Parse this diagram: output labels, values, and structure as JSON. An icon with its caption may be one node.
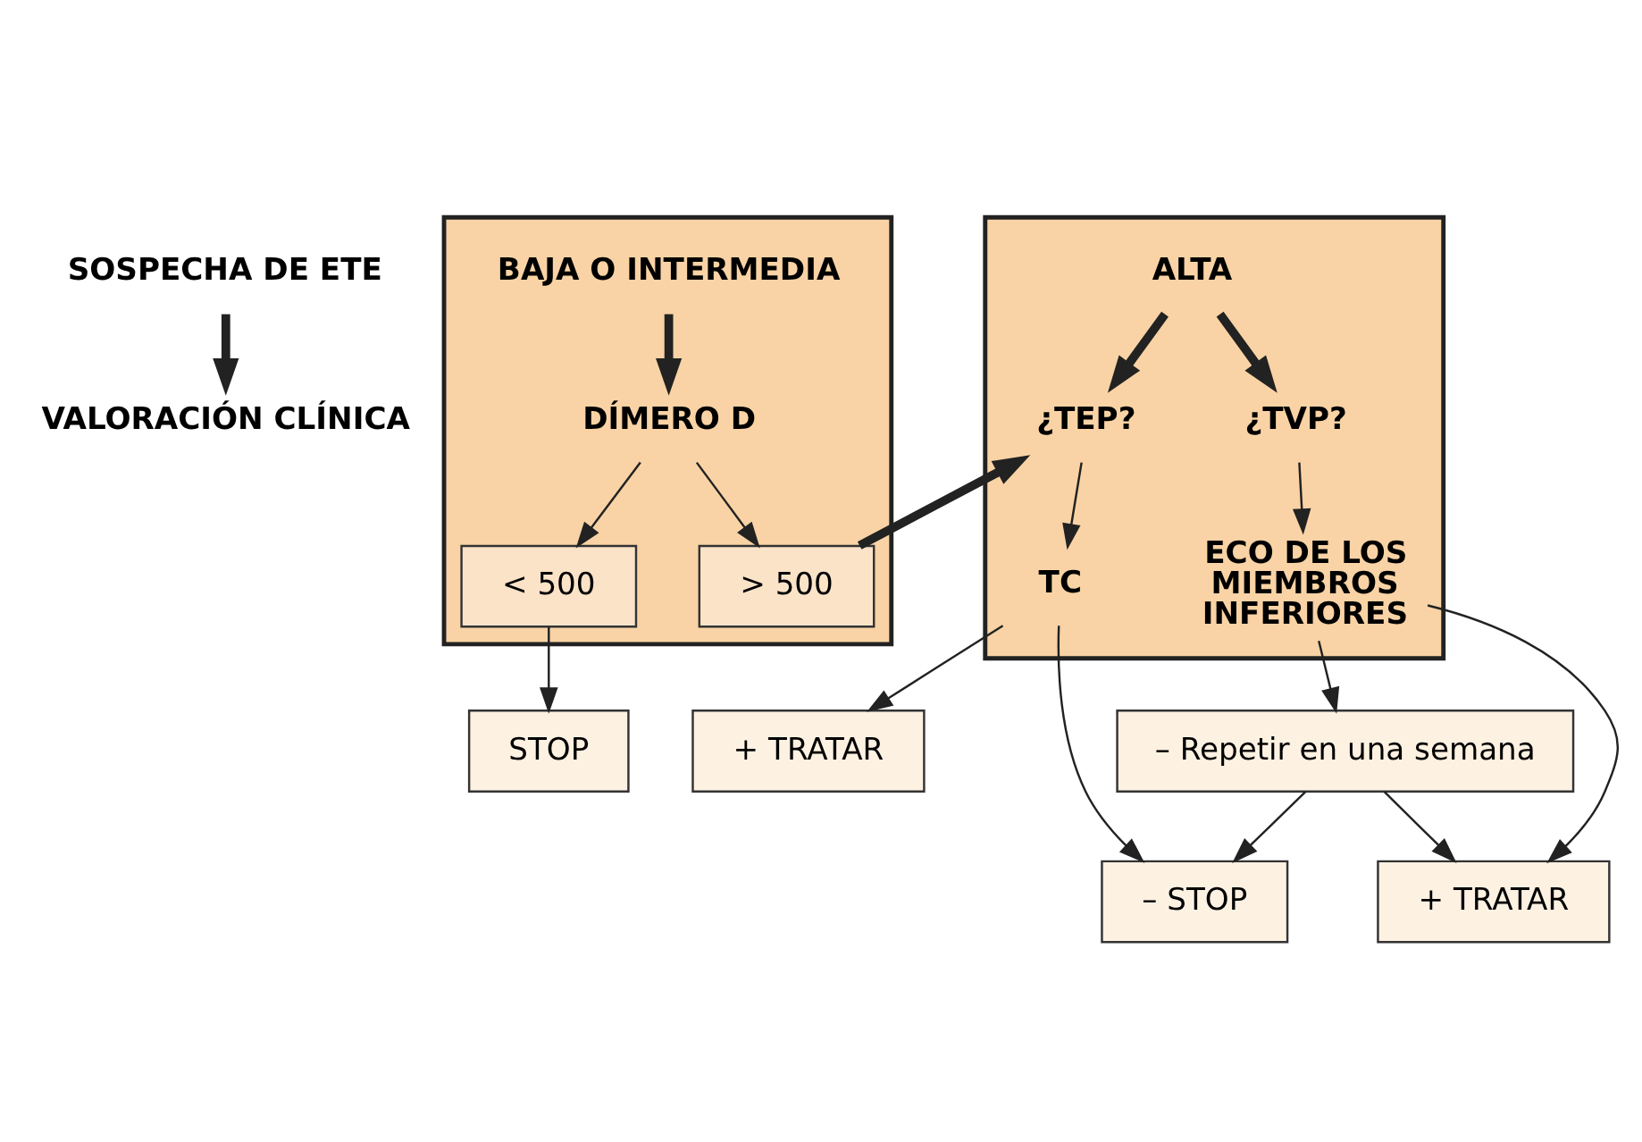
{
  "diagram": {
    "nodes": [
      {
        "text": [
          "SOSPECHA DE ETE"
        ]
      },
      {
        "text": [
          "VALORACIÓN CLÍNICA"
        ]
      },
      {
        "text": [],
        "shape": "box"
      },
      {
        "text": [
          "BAJA O INTERMEDIA"
        ],
        "in": 2
      },
      {
        "text": [
          "DÍMERO D"
        ],
        "in": 2
      },
      {
        "text": [
          "< 500"
        ],
        "in": 2
      },
      {
        "text": [
          "> 500"
        ],
        "in": 2
      },
      {
        "text": [],
        "shape": "box"
      },
      {
        "text": [
          "ALTA"
        ],
        "in": 7
      },
      {
        "text": [
          "¿TEP?"
        ],
        "in": 7
      },
      {
        "text": [
          "¿TVP?"
        ],
        "in": 7
      },
      {
        "text": [
          "TC"
        ],
        "in": 7
      },
      {
        "text": [
          "ECO DE LOS MIEMBROS INFERIORES"
        ],
        "in": 7
      },
      {
        "text": [
          "STOP"
        ]
      },
      {
        "text": [
          "+ TRATAR"
        ]
      },
      {
        "text": [
          "– Repetir en una semana"
        ]
      },
      {
        "text": [
          "+ TRATAR"
        ]
      },
      {
        "text": [
          "– STOP"
        ]
      }
    ],
    "edges": [
      {
        "from": 0,
        "to": 1,
        "arrow": "to",
        "style": "thick"
      },
      {
        "from": 3,
        "to": 4,
        "arrow": "to",
        "style": "thick"
      },
      {
        "from": 4,
        "to": 5,
        "arrow": "to"
      },
      {
        "from": 4,
        "to": 6,
        "arrow": "to"
      },
      {
        "from": 5,
        "to": 13,
        "arrow": "to"
      },
      {
        "from": 6,
        "to": 9,
        "arrow": "to",
        "style": "thick"
      },
      {
        "from": 8,
        "to": 9,
        "arrow": "to",
        "style": "thick"
      },
      {
        "from": 8,
        "to": 10,
        "arrow": "to",
        "style": "thick"
      },
      {
        "from": 9,
        "to": 11,
        "arrow": "to"
      },
      {
        "from": 10,
        "to": 12,
        "arrow": "to"
      },
      {
        "from": 11,
        "to": 14,
        "arrow": "to"
      },
      {
        "from": 11,
        "to": 17,
        "arrow": "to"
      },
      {
        "from": 12,
        "to": 15,
        "arrow": "to"
      },
      {
        "from": 12,
        "to": 16,
        "arrow": "to"
      },
      {
        "from": 15,
        "to": 16,
        "arrow": "to"
      },
      {
        "from": 15,
        "to": 17,
        "arrow": "to"
      }
    ]
  }
}
